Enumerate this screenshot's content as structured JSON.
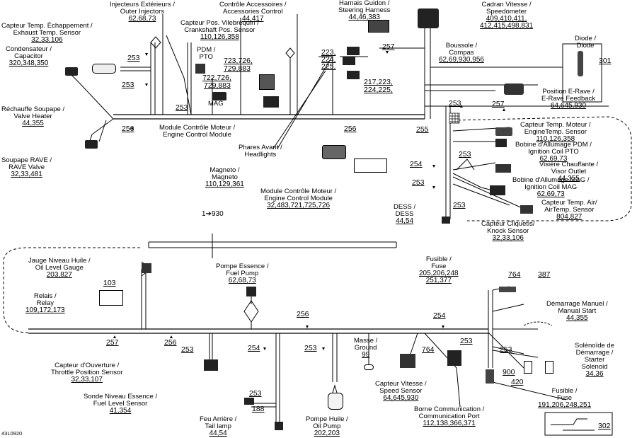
{
  "labels": {
    "injecteurs": {
      "l1": "Injecteurs Extérieurs /",
      "l2": "Outer Injectors",
      "n": "62,68,73"
    },
    "controle_acc": {
      "l1": "Contrôle Accessoires /",
      "l2": "Accessories Control",
      "n": "44,417"
    },
    "harnais": {
      "l1": "Harnais Guidon /",
      "l2": "Steering Harness",
      "n": "44,46,383"
    },
    "cadran": {
      "l1": "Cadran Vitesse /",
      "l2": "Speedometer",
      "n": "409,410,411,",
      "n2": "412,415,498,831"
    },
    "capteur_temp_ech": {
      "l1": "Capteur Temp. Échappement /",
      "l2": "Exhaust Temp. Sensor",
      "n": "32,33,106"
    },
    "capteur_vilebrequin": {
      "l1": "Capteur Pos. Vilebrequin /",
      "l2": "Crankshaft Pos. Sensor",
      "n": "110,126,358"
    },
    "condensateur": {
      "l1": "Condensateur /",
      "l2": "Capacitor",
      "n": "320,348,350"
    },
    "pdm_pto": {
      "l1": "PDM /",
      "l2": "PTO"
    },
    "boussole": {
      "l1": "Boussole /",
      "l2": "Compas",
      "n": "62,69,930,956"
    },
    "diode": {
      "l1": "Diode /",
      "l2": "Diode"
    },
    "position_erave": {
      "l1": "Position E-Rave /",
      "l2": "E-Rave Feedback",
      "n": "64,645,930"
    },
    "rechauffe": {
      "l1": "Réchauffe Soupape /",
      "l2": "Valve Heater",
      "n": "44,355"
    },
    "mag": "MAG",
    "module_ctrl_1": {
      "l1": "Module Contrôle Moteur /",
      "l2": "Engine Control Module"
    },
    "capteur_temp_moteur": {
      "l1": "Capteur Temp. Moteur /",
      "l2": "EngineTemp. Sensor",
      "n": "110,126,358"
    },
    "bobine_pdm": {
      "l1": "Bobine d'Allumage PDM /",
      "l2": "Ignition Coil PTO",
      "n": "62,69,73"
    },
    "soupape_rave": {
      "l1": "Soupape RAVE /",
      "l2": "RAVE Valve",
      "n": "32,33,481"
    },
    "phares": {
      "l1": "Phares Avant /",
      "l2": "Headlights"
    },
    "visiere": {
      "l1": "Visière Chauffante /",
      "l2": "Visor Outlet",
      "n": "44,355"
    },
    "magneto": {
      "l1": "Magneto /",
      "l2": "Magneto",
      "n": "110,129,361"
    },
    "bobine_mag": {
      "l1": "Bobine d'Allumage MAG /",
      "l2": "Ignition Coil MAG",
      "n": "62,69,73"
    },
    "module_ctrl_2": {
      "l1": "Module Contrôle Moteur /",
      "l2": "Engine Control Module",
      "n": "32,483,721,725,726"
    },
    "capteur_air": {
      "l1": "Capteur Temp. Air/",
      "l2": "AirTemp. Sensor",
      "n": "804,827"
    },
    "dess": {
      "l1": "DESS /",
      "l2": "DESS",
      "n": "44,54"
    },
    "capteur_cliquetis": {
      "l1": "Capteur Cliquetis/",
      "l2": "Knock Sensor",
      "n": "32,33,106"
    },
    "continue": "1➔930",
    "jauge_huile": {
      "l1": "Jauge Niveau Huile /",
      "l2": "Oil Level Gauge",
      "n": "203,827"
    },
    "pompe_essence": {
      "l1": "Pompe Essence /",
      "l2": "Fuel Pump",
      "n": "62,68,73"
    },
    "fusible_1": {
      "l1": "Fusible /",
      "l2": "Fuse",
      "n": "205,206,248",
      "n2": "251,377"
    },
    "relais": {
      "l1": "Relais /",
      "l2": "Relay",
      "n": "109,172,173"
    },
    "demarrage_manuel": {
      "l1": "Démarrage Manuel /",
      "l2": "Manual Start",
      "n": "44,355"
    },
    "masse": {
      "l1": "Masse /",
      "l2": "Ground",
      "n": "99"
    },
    "solenoide": {
      "l1": "Solénoïde de",
      "l2": "Démarrage /",
      "l3": "Starter",
      "l4": "Solenoid",
      "n": "34,36"
    },
    "capteur_ouverture": {
      "l1": "Capteur d'Ouverture /",
      "l2": "Throttle Position Sensor",
      "n": "32,33,107"
    },
    "capteur_vitesse": {
      "l1": "Capteur Vitesse /",
      "l2": "Speed Sensor",
      "n": "64,645,930"
    },
    "sonde_essence": {
      "l1": "Sonde Niveau Essence /",
      "l2": "Fuel Level Sensor",
      "n": "41,354"
    },
    "borne_comm": {
      "l1": "Borne Communication /",
      "l2": "Communication Port",
      "n": "112,138,366,371"
    },
    "fusible_2": {
      "l1": "Fusible /",
      "l2": "Fuse",
      "n": "191,206,248,251"
    },
    "feu_arriere": {
      "l1": "Feu Arrière /",
      "l2": "Tail lamp",
      "n": "44,54"
    },
    "pompe_huile": {
      "l1": "Pompe Huile /",
      "l2": "Oil Pump",
      "n": "202,203"
    },
    "ref_code": "43L0920"
  },
  "refs": {
    "r253a": "253",
    "r253b": "253",
    "r253c": "253",
    "r256a": "256",
    "r256b": "256",
    "r257a": "257",
    "r257b": "257",
    "r223": "223,",
    "r224": "224,",
    "r225": "225,",
    "r723": "723,726,",
    "r729a": "729,883",
    "r722": "722,726,",
    "r729b": "729,883",
    "r217": "217,223,",
    "r224b": "224,225,",
    "r301": "301",
    "r253d": "253",
    "r255": "255",
    "r254a": "254",
    "r253e": "253",
    "r253f": "253",
    "r253g": "253",
    "r103": "103",
    "r764a": "764",
    "r387": "387",
    "r256c": "256",
    "r254b": "254",
    "r257c": "257",
    "r256d": "256",
    "r253h": "253",
    "r254c": "254",
    "r253i": "253",
    "r764b": "764",
    "r253j": "253",
    "r253k": "253",
    "r900": "900",
    "r420": "420",
    "r253l": "253",
    "r188": "188",
    "r302": "302"
  }
}
